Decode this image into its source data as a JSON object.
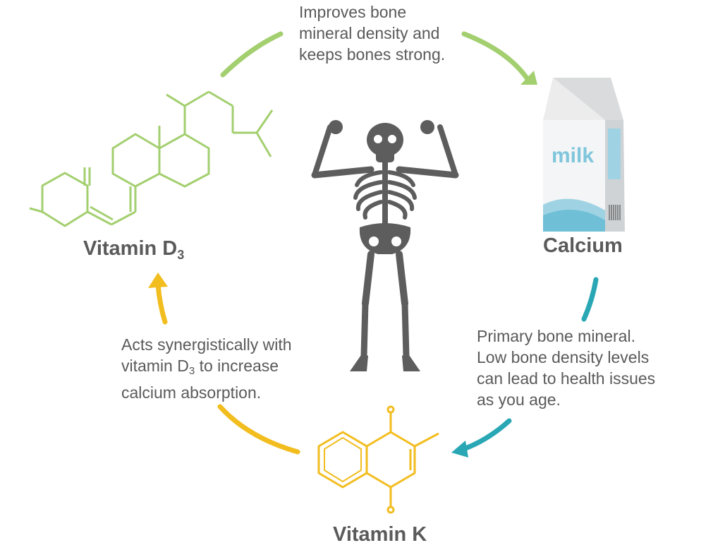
{
  "top_note": [
    "Improves bone",
    "mineral density and",
    "keeps bones strong."
  ],
  "right_note": [
    "Primary bone mineral.",
    "Low bone density levels",
    "can lead to health issues",
    "as you age."
  ],
  "left_note": {
    "line1": "Acts synergistically with",
    "line2_pre": "vitamin D",
    "line2_sub": "3",
    "line2_post": " to increase",
    "line3": "calcium absorption."
  },
  "nodes": {
    "vitamin_d": {
      "label": "Vitamin D",
      "sub": "3",
      "color": "#a3cf6f"
    },
    "calcium": {
      "label": "Calcium",
      "carton_text": "milk",
      "color": "#29a7b5"
    },
    "vitamin_k": {
      "label": "Vitamin K",
      "color": "#f2bd1f"
    }
  },
  "colors": {
    "skeleton": "#5d5d5d",
    "text": "#5a5a5a",
    "carton_blue": "#9fd3e3"
  }
}
